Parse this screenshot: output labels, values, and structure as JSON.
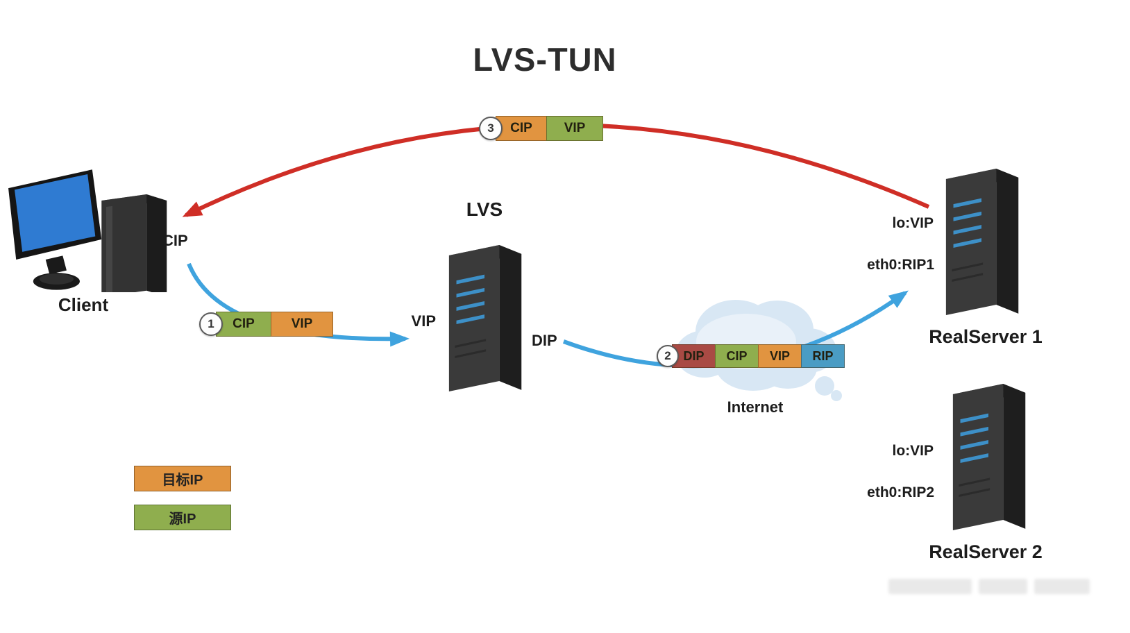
{
  "title": "LVS-TUN",
  "client": {
    "label": "Client",
    "interface_label": "CIP"
  },
  "lvs": {
    "label": "LVS",
    "vip_label": "VIP",
    "dip_label": "DIP"
  },
  "internet": {
    "label": "Internet"
  },
  "realserver1": {
    "label": "RealServer 1",
    "lo_label": "lo:VIP",
    "eth_label": "eth0:RIP1"
  },
  "realserver2": {
    "label": "RealServer 2",
    "lo_label": "lo:VIP",
    "eth_label": "eth0:RIP2"
  },
  "packets": [
    {
      "step": "1",
      "segments": [
        {
          "label": "CIP",
          "color": "#8fae4e"
        },
        {
          "label": "VIP",
          "color": "#e19440"
        }
      ]
    },
    {
      "step": "2",
      "segments": [
        {
          "label": "DIP",
          "color": "#a94a44"
        },
        {
          "label": "CIP",
          "color": "#8fae4e"
        },
        {
          "label": "VIP",
          "color": "#e19440"
        },
        {
          "label": "RIP",
          "color": "#4a9cc4"
        }
      ]
    },
    {
      "step": "3",
      "segments": [
        {
          "label": "CIP",
          "color": "#e19440"
        },
        {
          "label": "VIP",
          "color": "#8fae4e"
        }
      ]
    }
  ],
  "legend": [
    {
      "label": "目标IP",
      "color": "#e19440"
    },
    {
      "label": "源IP",
      "color": "#8fae4e"
    }
  ],
  "colors": {
    "request_arrow": "#3fa3de",
    "reply_arrow": "#cf2e26"
  }
}
